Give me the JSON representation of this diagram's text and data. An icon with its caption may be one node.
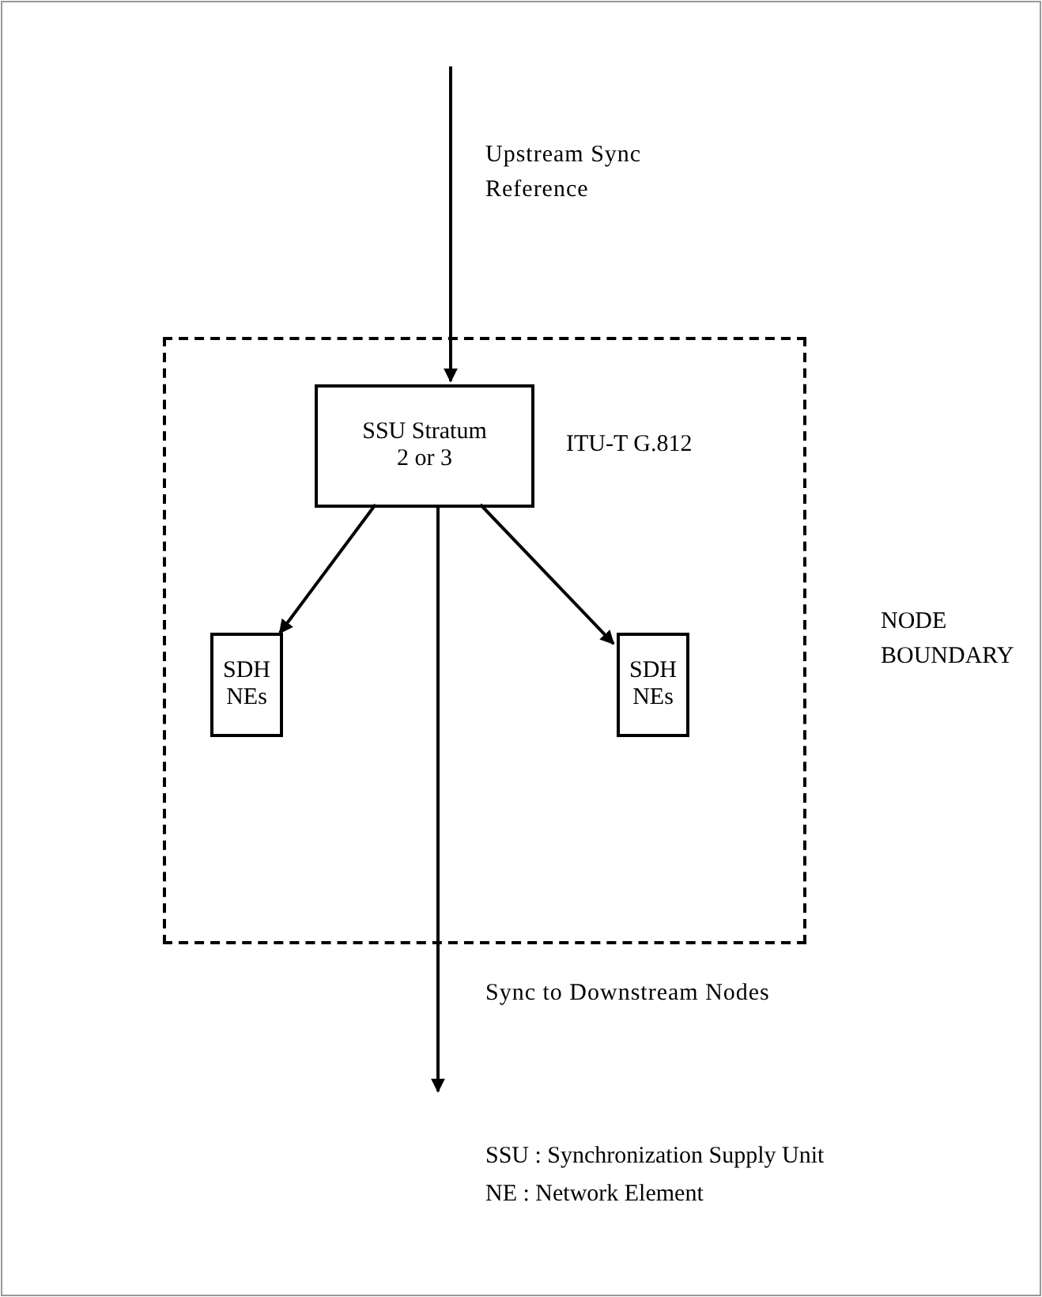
{
  "diagram": {
    "nodes": [
      {
        "text": [],
        "shape": "box",
        "beside": [
          "NODE BOUNDARY"
        ]
      },
      {
        "text": [
          "SSU Stratum 2 or 3"
        ],
        "in": 0,
        "beside": [
          "ITU-T G.812"
        ]
      },
      {
        "text": [
          "SDH NEs"
        ],
        "in": 0
      },
      {
        "text": [
          "SDH NEs"
        ],
        "in": 0
      }
    ],
    "edges": [
      {
        "from": null,
        "to": 1,
        "arrow": "to",
        "label": "Upstream Sync Reference"
      },
      {
        "from": 1,
        "to": 2,
        "arrow": "to"
      },
      {
        "from": 1,
        "to": 3,
        "arrow": "to"
      },
      {
        "from": 1,
        "to": null,
        "arrow": "to",
        "label": "Sync to Downstream Nodes"
      }
    ],
    "labels": [
      "SSU : Synchronization Supply Unit",
      "NE : Network Element"
    ]
  }
}
